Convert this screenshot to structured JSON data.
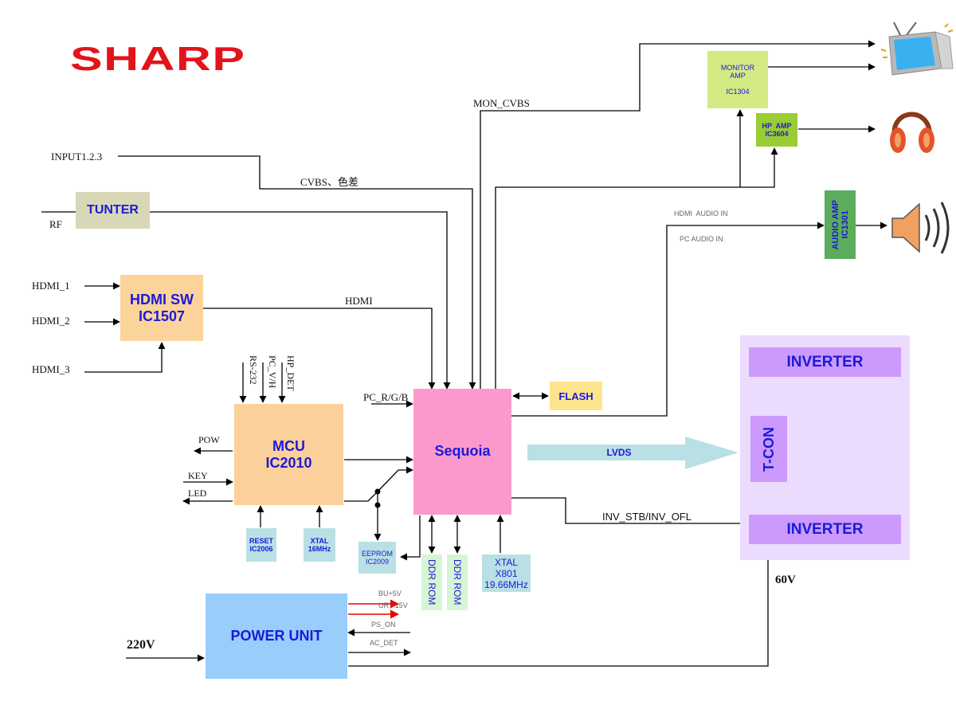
{
  "logo": "SHARP",
  "blocks": {
    "tunter": "TUNTER",
    "hdmi_sw": [
      "HDMI SW",
      "IC1507"
    ],
    "mcu": [
      "MCU",
      "IC2010"
    ],
    "sequoia": "Sequoia",
    "flash": "FLASH",
    "monitor_amp": [
      "MONITOR",
      "AMP",
      "IC1304"
    ],
    "hp_amp": [
      "HP  AMP",
      "IC3604"
    ],
    "audio_amp": [
      "AUDIO AMP",
      "IC1301"
    ],
    "inverter_top": "INVERTER",
    "inverter_bottom": "INVERTER",
    "tcon": "T-CON",
    "lvds": "LVDS",
    "reset": [
      "RESET",
      "IC2006"
    ],
    "xtal_mcu": [
      "XTAL",
      "16MHz"
    ],
    "eeprom": [
      "EEPROM",
      "IC2009"
    ],
    "ddr_rom_1": "DDR ROM",
    "ddr_rom_2": "DDR ROM",
    "xtal_seq": [
      "XTAL",
      "X801",
      "19.66MHz"
    ],
    "power_unit": "POWER UNIT"
  },
  "signals": {
    "input": "INPUT1.2.3",
    "rf": "RF",
    "hdmi_1": "HDMI_1",
    "hdmi_2": "HDMI_2",
    "hdmi_3": "HDMI_3",
    "cvbs": "CVBS、色差",
    "mon_cvbs": "MON_CVBS",
    "hdmi": "HDMI",
    "hdmi_audio_in": "HDMI  AUDIO IN",
    "pc_audio_in": "PC AUDIO IN",
    "pc_rgb": "PC_R/G/B",
    "rs232": "RS-232",
    "pc_vh": "PC_V/H",
    "hp_det": "HP_DET",
    "pow": "POW",
    "key": "KEY",
    "led": "LED",
    "inv_stb": "INV_STB/INV_OFL",
    "v60": "60V",
    "v220": "220V",
    "bu5v": "BU+5V",
    "ur15v": "UR +15V",
    "ps_on": "PS_ON",
    "ac_det": "AC_DET"
  },
  "icons": [
    "tv-icon",
    "headphones-icon",
    "speaker-icon"
  ],
  "colors": {
    "logo": "#e3131b",
    "tunter": "#d8d8b8",
    "hdmi_sw": "#fcd39b",
    "mcu": "#fcd09b",
    "sequoia": "#fc99cc",
    "flash": "#fde48e",
    "monitor_amp": "#d4ea84",
    "hp_amp": "#9acc33",
    "audio_amp": "#5cac5c",
    "inverter": "#cc99fc",
    "inverter_panel": "#ebdcfd",
    "lvds": "#b9e0e4",
    "small_block": "#b9e0e4",
    "ddr_rom": "#d7f5d4",
    "power_unit": "#99cdfc",
    "text_blue": "#1a1ad8"
  }
}
